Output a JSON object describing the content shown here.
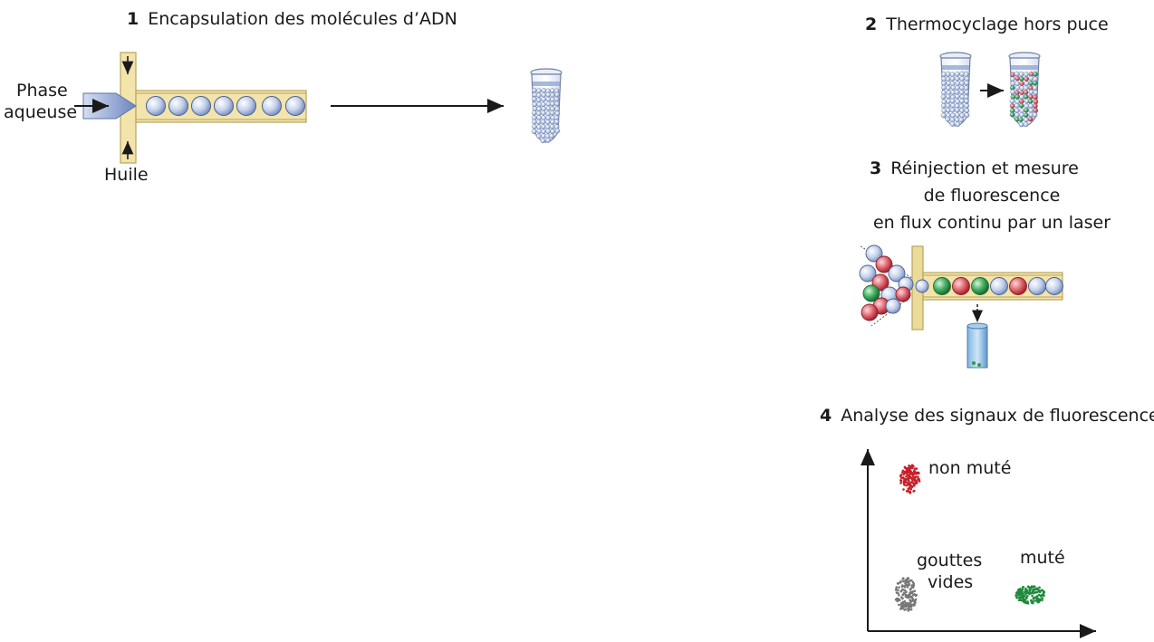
{
  "steps": {
    "s1": {
      "number": "1",
      "title": "Encapsulation des molécules d’ADN"
    },
    "s2": {
      "number": "2",
      "title": "Thermocyclage hors puce"
    },
    "s3": {
      "number": "3",
      "title_lines": [
        "Réinjection et mesure",
        "de fluorescence",
        "en flux continu par un laser"
      ]
    },
    "s4": {
      "number": "4",
      "title": "Analyse des signaux de fluorescence"
    }
  },
  "labels": {
    "phase_line1": "Phase",
    "phase_line2": "aqueuse",
    "oil": "Huile"
  },
  "plot_labels": {
    "non_mute": "non muté",
    "mute": "muté",
    "empty_line1": "gouttes",
    "empty_line2": "vides"
  },
  "colors": {
    "droplet": "#b9c8e6",
    "red": "#d9434d",
    "green": "#2e9a4b",
    "grey": "#8a8a8a",
    "channel": "#f2e4ab",
    "chip": "#eadb9a"
  }
}
